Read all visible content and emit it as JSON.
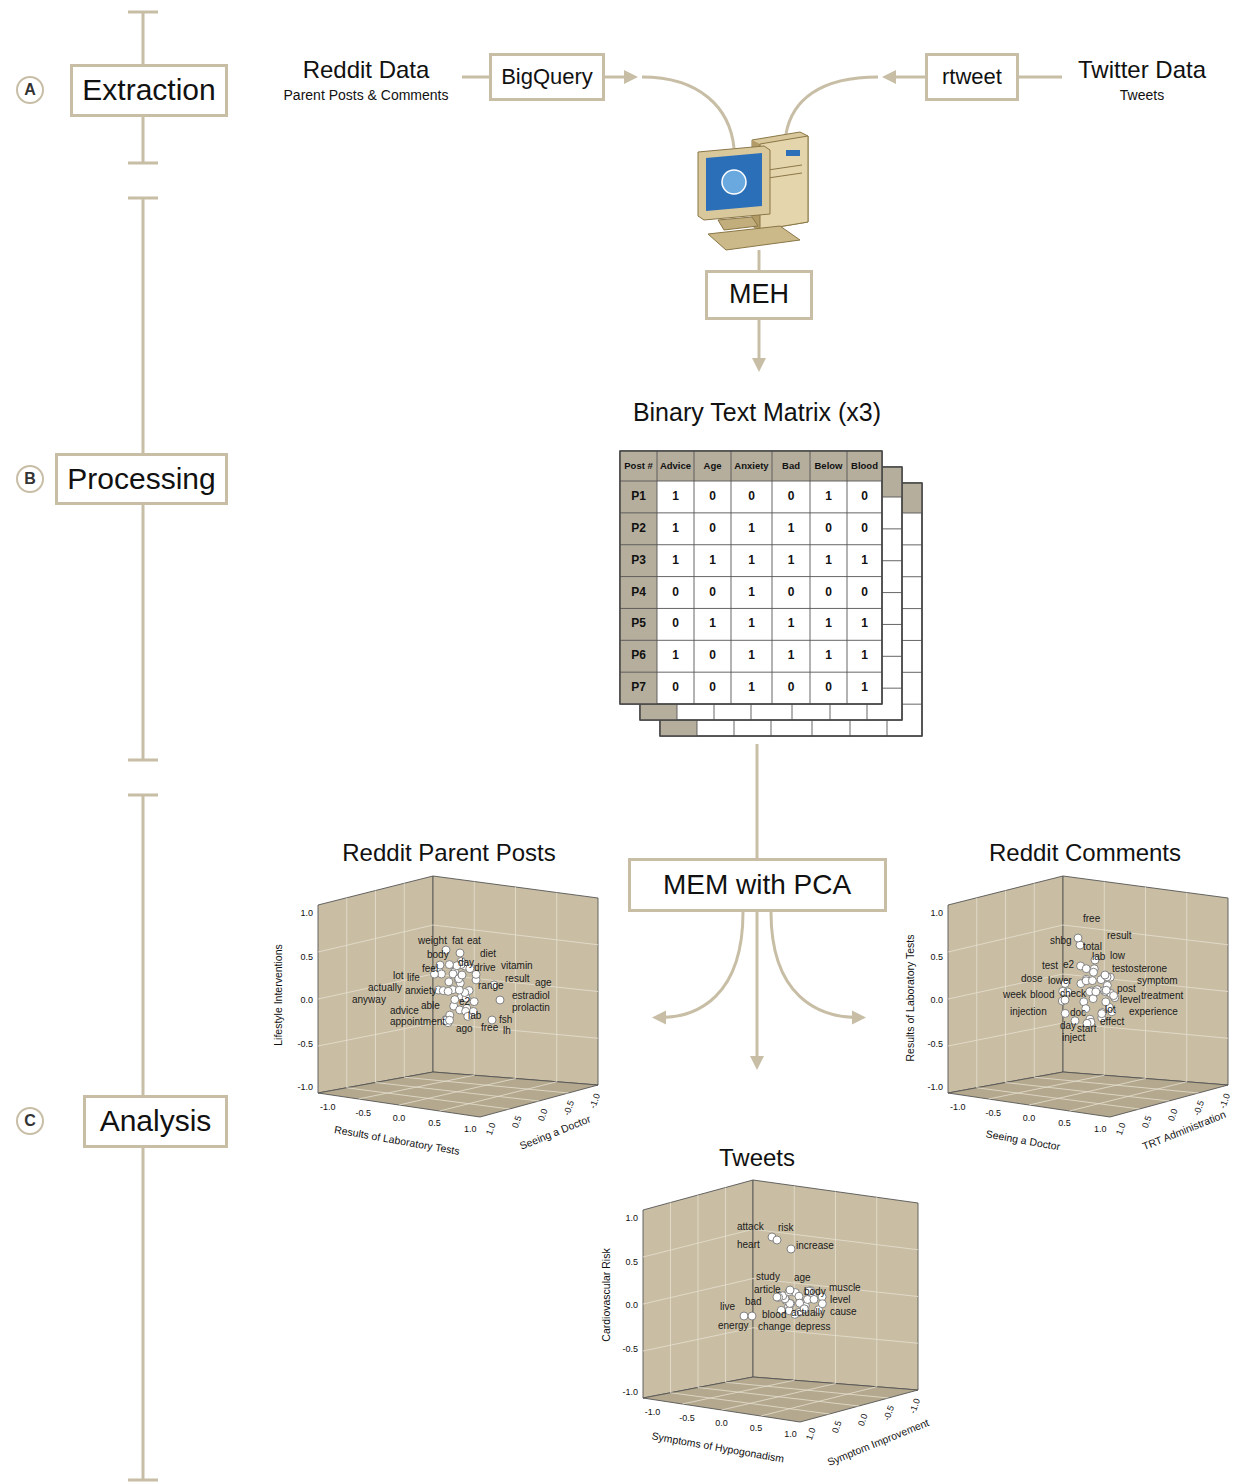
{
  "diagram": {
    "nodes": [
      {
        "text": [
          "A"
        ]
      },
      {
        "text": [
          "Extraction"
        ]
      },
      {
        "text": [
          "BigQuery"
        ]
      },
      {
        "text": [
          "rtweet"
        ]
      },
      {
        "text": [
          "MEH"
        ]
      },
      {
        "text": [
          "B"
        ]
      },
      {
        "text": [
          "Processing"
        ]
      },
      {
        "text": [
          "Binary Text Matrix (x3)"
        ]
      },
      {
        "text": [
          "C"
        ]
      },
      {
        "text": [
          "Analysis"
        ]
      },
      {
        "text": [
          "Reddit Parent Posts"
        ]
      },
      {
        "text": [
          "MEM with PCA"
        ]
      },
      {
        "text": [
          "Reddit Comments"
        ]
      },
      {
        "text": [
          "Tweets"
        ]
      }
    ],
    "edges": [
      {
        "from": 4,
        "to": 7,
        "arrow": "to"
      },
      {
        "from": 7,
        "to": 11,
        "arrow": "none"
      },
      {
        "from": 11,
        "to": 10,
        "arrow": "to"
      },
      {
        "from": 11,
        "to": 12,
        "arrow": "to"
      },
      {
        "from": 11,
        "to": 13,
        "arrow": "to"
      }
    ],
    "labels": [
      "Reddit Data",
      "Parent Posts & Comments",
      "Twitter Data",
      "Tweets",
      "Post #",
      "Advice",
      "Age",
      "Anxiety",
      "Bad",
      "Below",
      "Blood",
      "P1",
      "1",
      "0",
      "0",
      "0",
      "1",
      "0",
      "P2",
      "1",
      "0",
      "1",
      "1",
      "0",
      "0",
      "P3",
      "1",
      "1",
      "1",
      "1",
      "1",
      "1",
      "P4",
      "0",
      "0",
      "1",
      "0",
      "0",
      "0",
      "P5",
      "0",
      "1",
      "1",
      "1",
      "1",
      "1",
      "P6",
      "1",
      "0",
      "1",
      "1",
      "1",
      "1",
      "P7",
      "0",
      "0",
      "1",
      "0",
      "0",
      "1",
      "Lifestyle Interventions",
      "Results of Laboratory Tests",
      "Seeing a Doctor",
      "1.0",
      "0.5",
      "0.0",
      "-0.5",
      "-1.0",
      "-1.0",
      "-0.5",
      "0.0",
      "0.5",
      "1.0",
      "1.0",
      "0.5",
      "0.0",
      "-0.5",
      "-1.0",
      "weight",
      "fat",
      "eat",
      "body",
      "diet",
      "day",
      "feel",
      "drive",
      "vitamin",
      "lot",
      "life",
      "range",
      "result",
      "age",
      "actually",
      "anxiety",
      "estradiol",
      "anyway",
      "able",
      "e2",
      "prolactin",
      "advice",
      "lab",
      "fsh",
      "appointment",
      "ago",
      "free",
      "lh",
      "Results of Laboratory Tests",
      "Seeing a Doctor",
      "TRT Administration",
      "1.0",
      "0.5",
      "0.0",
      "-0.5",
      "-1.0",
      "-1.0",
      "-0.5",
      "0.0",
      "0.5",
      "1.0",
      "1.0",
      "0.5",
      "0.0",
      "-0.5",
      "-1.0",
      "free",
      "result",
      "shbg",
      "total",
      "lab",
      "low",
      "testosterone",
      "test",
      "e2",
      "symptom",
      "dose",
      "lower",
      "post",
      "treatment",
      "week",
      "blood",
      "check",
      "level",
      "injection",
      "lot",
      "experience",
      "doc",
      "effect",
      "day",
      "start",
      "inject",
      "Cardiovascular Risk",
      "Symptoms of Hypogonadism",
      "Symptom Improvement",
      "1.0",
      "0.5",
      "0.0",
      "-0.5",
      "-1.0",
      "-1.0",
      "-0.5",
      "0.0",
      "0.5",
      "1.0",
      "1.0",
      "0.5",
      "0.0",
      "-0.5",
      "-1.0",
      "attack",
      "risk",
      "heart",
      "increase",
      "study",
      "age",
      "article",
      "body",
      "muscle",
      "bad",
      "level",
      "live",
      "actually",
      "cause",
      "blood",
      "energy",
      "change",
      "depress"
    ]
  }
}
